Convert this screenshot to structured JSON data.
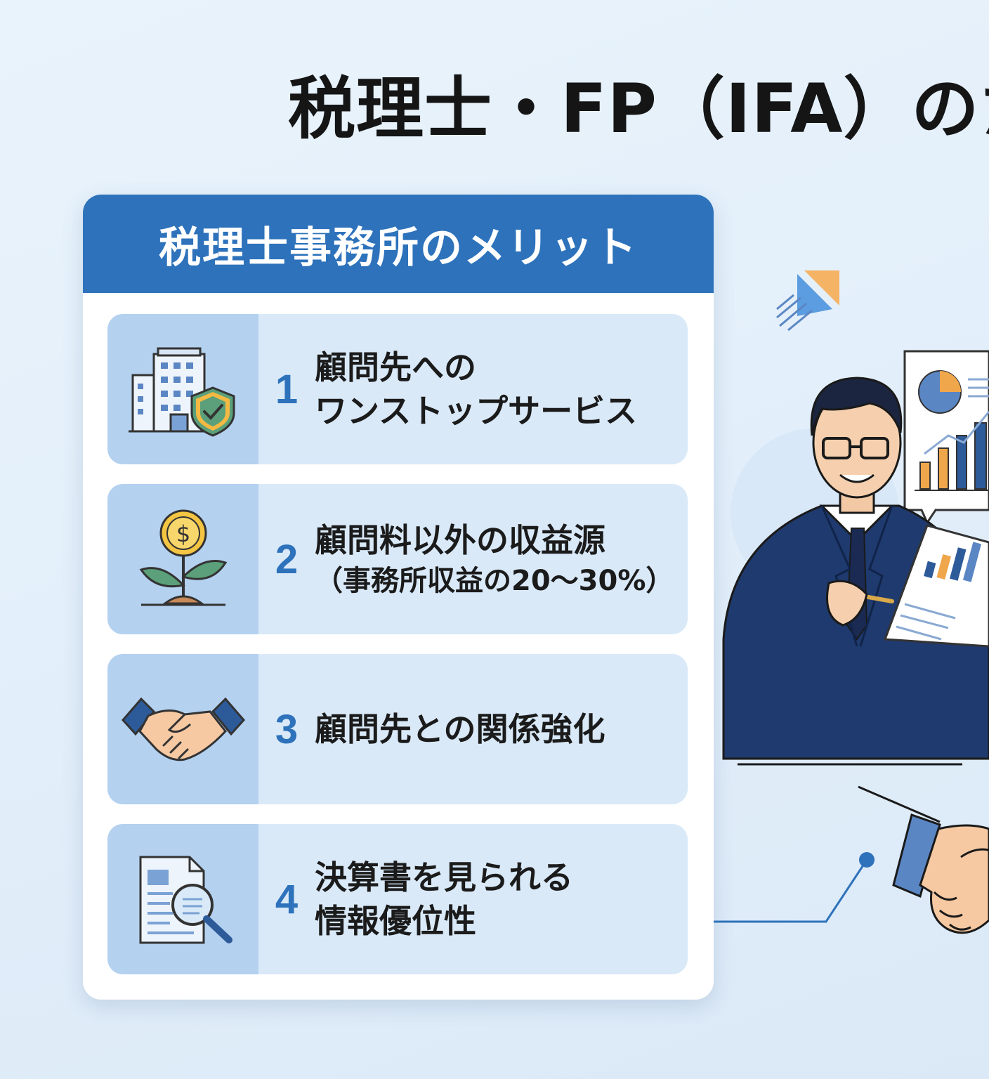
{
  "title": "税理士・FP（IFA）のため",
  "card": {
    "header": "税理士事務所のメリット",
    "items": [
      {
        "number": "1",
        "line1": "顧問先への",
        "line2": "ワンストップサービス",
        "icon": "building-shield-icon"
      },
      {
        "number": "2",
        "line1": "顧問料以外の収益源",
        "line2": "（事務所収益の20〜30%）",
        "icon": "coin-plant-icon"
      },
      {
        "number": "3",
        "line1": "顧問先との関係強化",
        "line2": "",
        "icon": "handshake-icon"
      },
      {
        "number": "4",
        "line1": "決算書を見られる",
        "line2": "情報優位性",
        "icon": "document-magnifier-icon"
      }
    ]
  },
  "colors": {
    "accent": "#2d72bb",
    "icon_panel": "#b4d1f0",
    "item_bg": "#d9e9f8",
    "suit": "#1f3a6e",
    "orange": "#f0a64a"
  }
}
